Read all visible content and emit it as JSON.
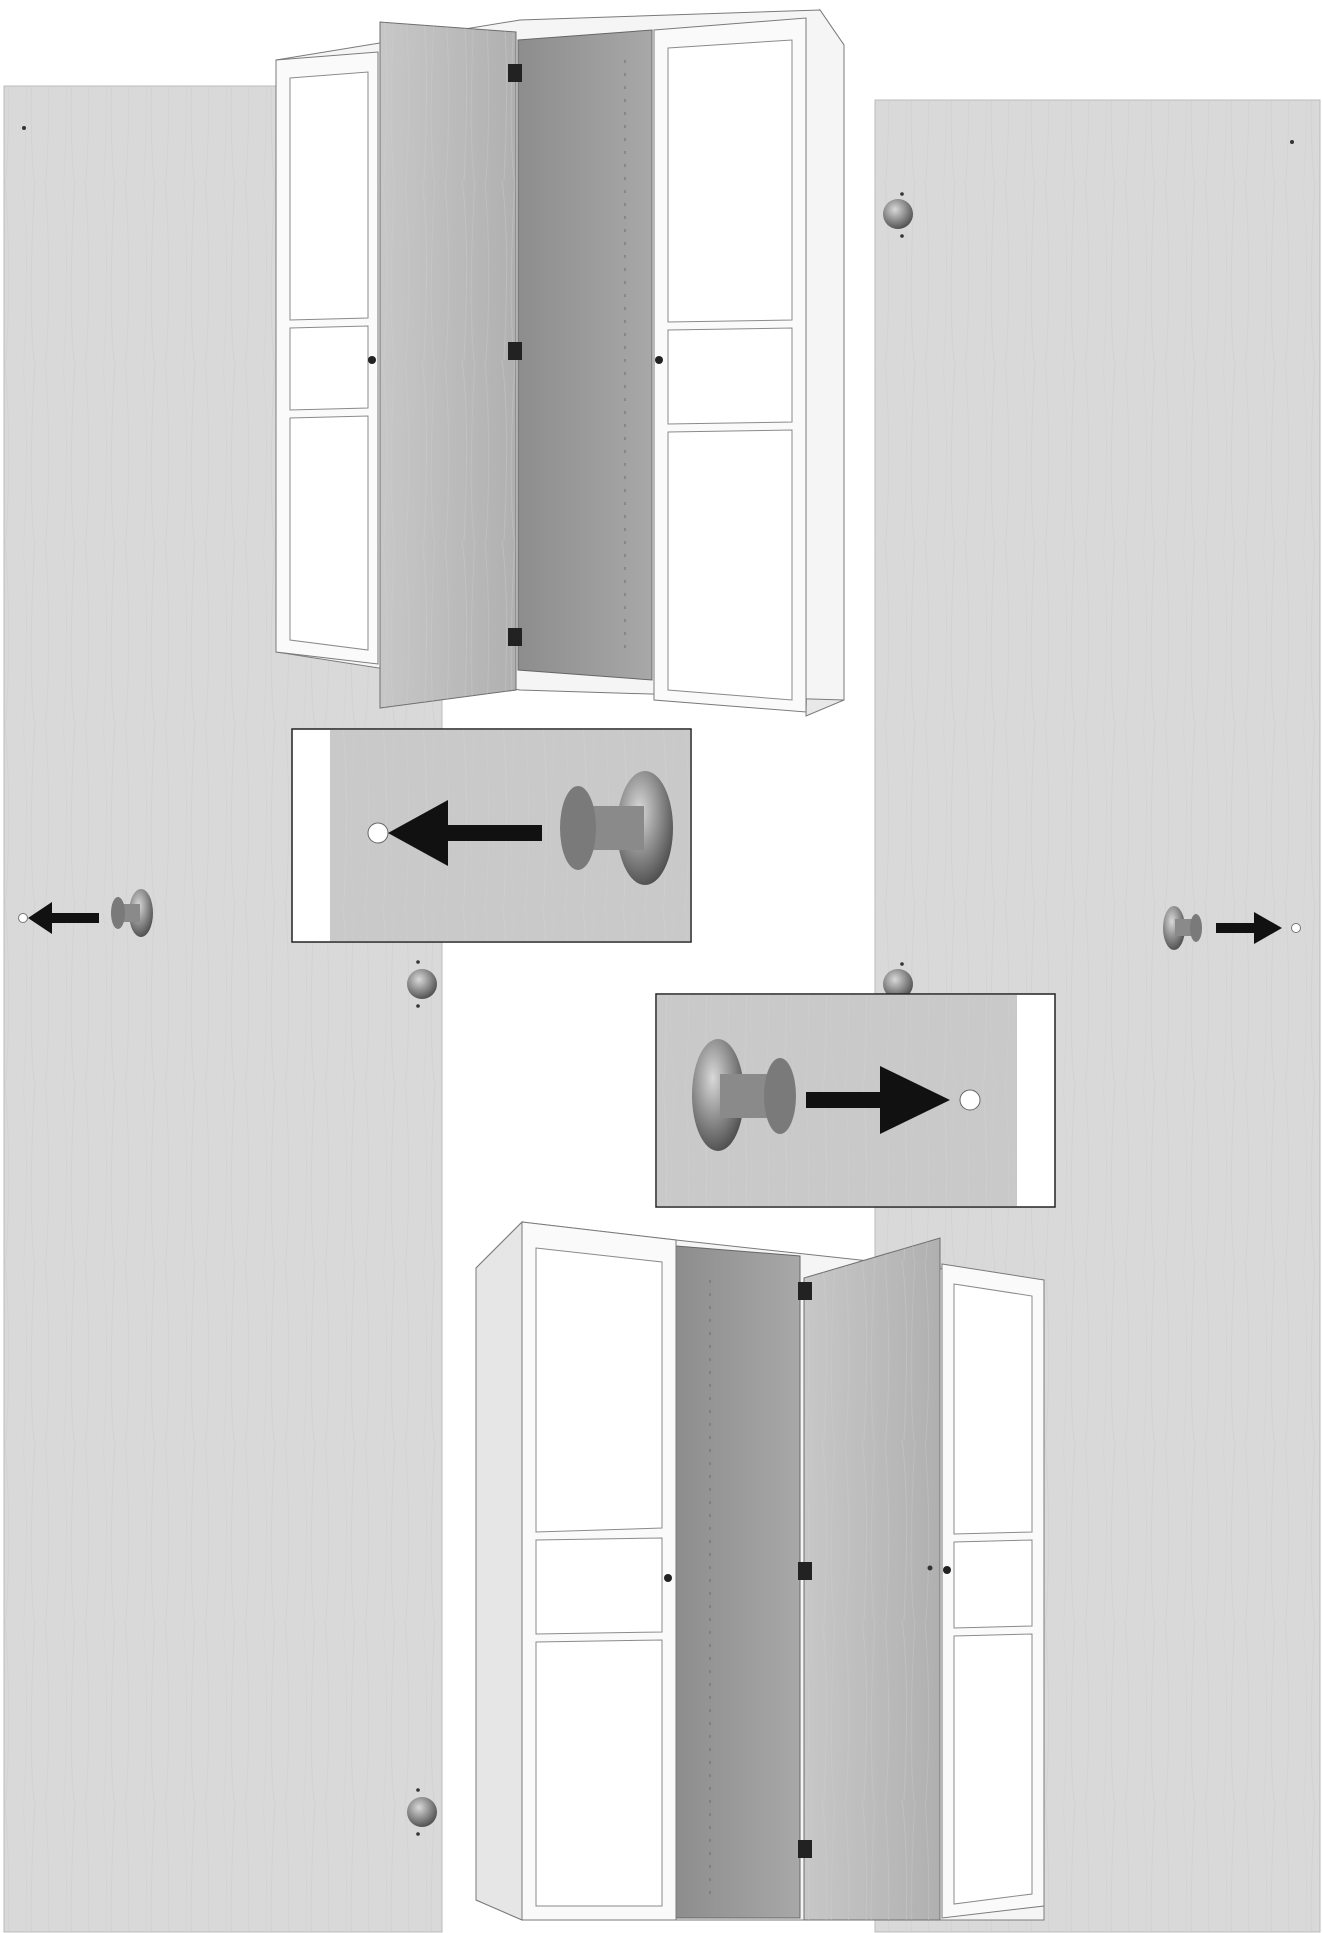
{
  "figure": {
    "kind": "assembly-instruction",
    "text_labels": [],
    "colors": {
      "background": "#ffffff",
      "panel_light": "#d8d8d8",
      "panel_wood": "#bdbdbd",
      "panel_wood_dark": "#a9a9a9",
      "cabinet_white": "#f7f7f7",
      "cabinet_edge": "#7a7a7a",
      "frame_line": "#555555",
      "arrow": "#111111",
      "knob": "#8a8a8a",
      "hole": "#ffffff"
    }
  },
  "views": {
    "left_door": {
      "knob_icon": "knob-icon",
      "arrow_direction": "left"
    },
    "right_door": {
      "knob_icon": "knob-icon",
      "arrow_direction": "right"
    },
    "inset_left": {
      "arrow_direction": "left"
    },
    "inset_right": {
      "arrow_direction": "right"
    },
    "top_wardrobe": {
      "door_open": "middle-left"
    },
    "bottom_wardrobe": {
      "door_open": "middle-right"
    }
  }
}
